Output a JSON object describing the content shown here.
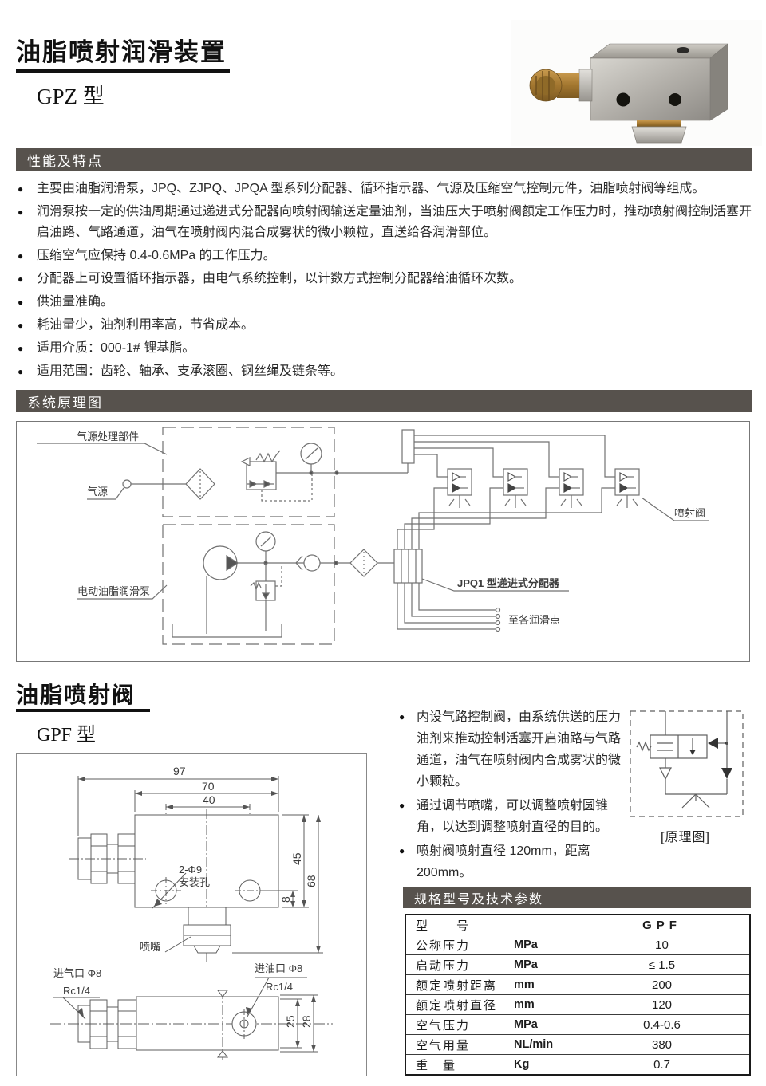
{
  "page": {
    "title1": "油脂喷射润滑装置",
    "subtitle1": "GPZ 型",
    "title2": "油脂喷射阀",
    "subtitle2": "GPF 型",
    "accent_bar_color": "#57524d"
  },
  "features": {
    "heading": "性能及特点",
    "bullets": [
      "主要由油脂润滑泵，JPQ、ZJPQ、JPQA 型系列分配器、循环指示器、气源及压缩空气控制元件，油脂喷射阀等组成。",
      "润滑泵按一定的供油周期通过递进式分配器向喷射阀输送定量油剂，当油压大于喷射阀额定工作压力时，推动喷射阀控制活塞开启油路、气路通道，油气在喷射阀内混合成雾状的微小颗粒，直送给各润滑部位。",
      "压缩空气应保持 0.4-0.6MPa 的工作压力。",
      "分配器上可设置循环指示器，由电气系统控制，以计数方式控制分配器给油循环次数。",
      "供油量准确。",
      "耗油量少，油剂利用率高，节省成本。",
      "适用介质：000-1# 锂基脂。",
      "适用范围：齿轮、轴承、支承滚圈、钢丝绳及链条等。"
    ]
  },
  "system_diagram": {
    "heading": "系统原理图",
    "labels": {
      "air_processing": "气源处理部件",
      "air_source": "气源",
      "pump": "电动油脂润滑泵",
      "injector_valve": "喷射阀",
      "distributor": "JPQ1 型递进式分配器",
      "lube_points": "至各润滑点"
    }
  },
  "valve_section": {
    "bullets": [
      "内设气路控制阀，由系统供送的压力油剂来推动控制活塞开启油路与气路通道，油气在喷射阀内合成雾状的微小颗粒。",
      "通过调节喷嘴，可以调整喷射圆锥角，以达到调整喷射直径的目的。",
      "喷射阀喷射直径 120mm，距离 200mm。"
    ],
    "schematic_caption": "[原理图]"
  },
  "drawing": {
    "dims": {
      "w97": "97",
      "w70": "70",
      "w40": "40",
      "h45": "45",
      "h68": "68",
      "h8": "8",
      "d25": "25",
      "d28": "28"
    },
    "labels": {
      "holes1": "2-Φ9",
      "holes2": "安装孔",
      "nozzle": "喷嘴",
      "air_inlet": "进气口 Φ8",
      "air_thread": "Rc1/4",
      "oil_inlet": "进油口 Φ8",
      "oil_thread": "Rc1/4"
    }
  },
  "spec_table": {
    "heading": "规格型号及技术参数",
    "header": {
      "name": "型　　号",
      "value": "GPF"
    },
    "rows": [
      {
        "name": "公称压力",
        "unit": "MPa",
        "value": "10"
      },
      {
        "name": "启动压力",
        "unit": "MPa",
        "value": "≤ 1.5"
      },
      {
        "name": "额定喷射距离",
        "unit": "mm",
        "value": "200"
      },
      {
        "name": "额定喷射直径",
        "unit": "mm",
        "value": "120"
      },
      {
        "name": "空气压力",
        "unit": "MPa",
        "value": "0.4-0.6"
      },
      {
        "name": "空气用量",
        "unit": "NL/min",
        "value": "380"
      },
      {
        "name": "重　量",
        "unit": "Kg",
        "value": "0.7"
      }
    ]
  }
}
